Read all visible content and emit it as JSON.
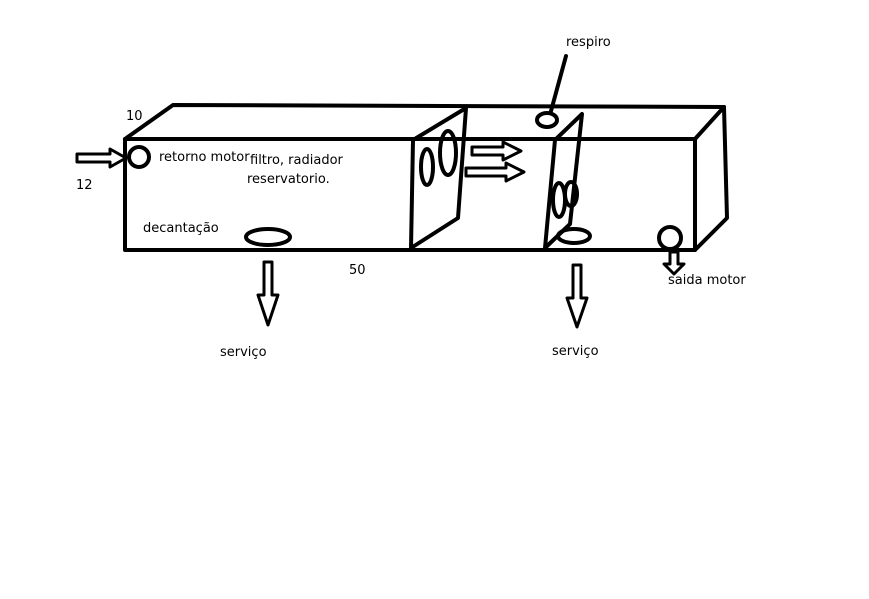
{
  "colors": {
    "stroke": "#000000",
    "background": "#ffffff"
  },
  "labels": {
    "respiro": "respiro",
    "dim_10": "10",
    "dim_12": "12",
    "dim_50": "50",
    "retorno_motor": "retorno motor",
    "filtro_radiador": "filtro, radiador",
    "reservatorio": "reservatorio.",
    "decantacao": "decantação",
    "servico_left": "serviço",
    "servico_right": "serviço",
    "saida_motor": "saida motor"
  }
}
